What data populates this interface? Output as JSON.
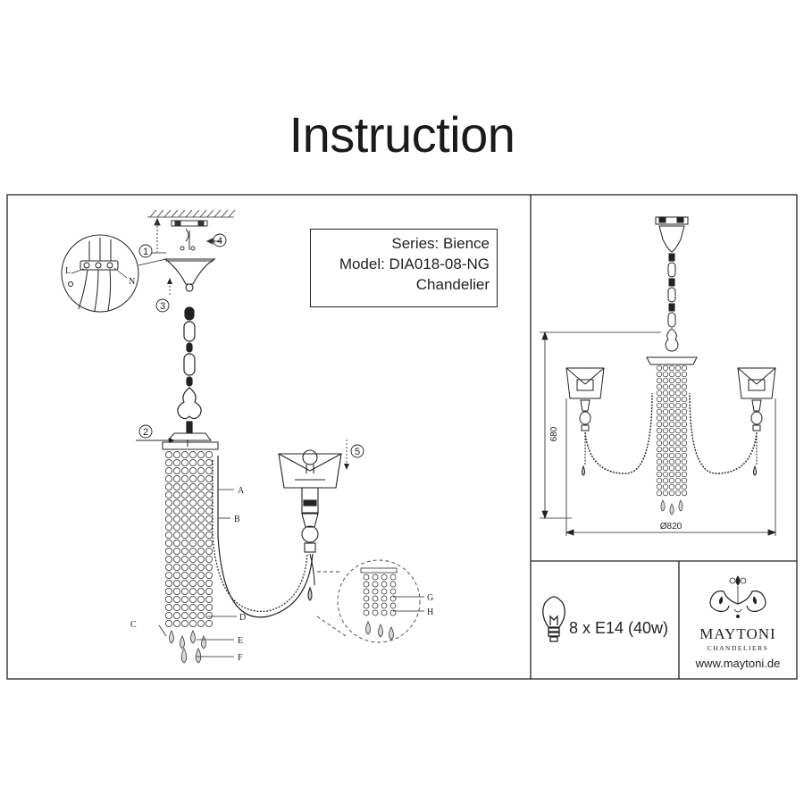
{
  "page": {
    "title": "Instruction"
  },
  "info": {
    "series": "Series: Bience",
    "model": "Model: DIA018-08-NG",
    "type": "Chandelier"
  },
  "steps": [
    "1",
    "2",
    "3",
    "4",
    "5"
  ],
  "wiring_labels": {
    "live": "L",
    "neutral": "N"
  },
  "part_labels": [
    "A",
    "B",
    "C",
    "D",
    "E",
    "F",
    "G",
    "H"
  ],
  "dimensions": {
    "height": "680",
    "diameter": "Ø820"
  },
  "lamp": {
    "spec": "8 x E14 (40w)"
  },
  "brand": {
    "name": "MAYTONI",
    "subtitle": "CHANDELIERS",
    "website": "www.maytoni.de"
  }
}
